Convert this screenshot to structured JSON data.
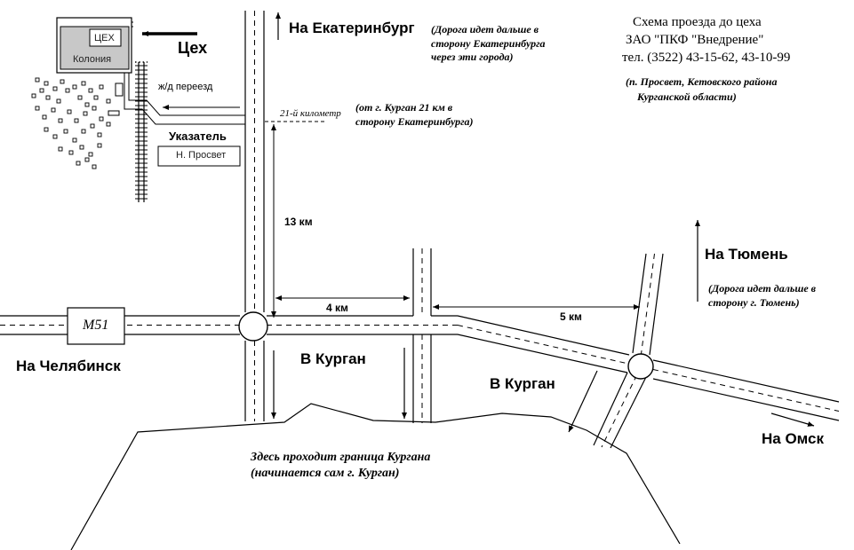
{
  "header": {
    "line1": "Схема проезда до цеха",
    "line2": "ЗАО \"ПКФ \"Внедрение\"",
    "line3": "тел. (3522) 43-15-62, 43-10-99",
    "address_line1": "(п. Просвет, Кетовского района",
    "address_line2": "Курганской области)"
  },
  "labels": {
    "to_ekaterinburg": "На Екатеринбург",
    "ekb_note_line1": "(Дорога идет дальше в",
    "ekb_note_line2": "сторону Екатеринбурга",
    "ekb_note_line3": "через эти города)",
    "shop": "Цех",
    "shop_box": "ЦЕХ",
    "colony": "Колония",
    "rail_crossing": "ж/д переезд",
    "km21": "21-й километр",
    "km21_note_line1": "(от г. Курган 21 км в",
    "km21_note_line2": "сторону Екатеринбурга)",
    "sign": "Указатель",
    "sign_box": "Н. Просвет",
    "dist_13": "13 км",
    "dist_4": "4 км",
    "dist_5": "5 км",
    "m51": "М51",
    "to_chelyabinsk": "На Челябинск",
    "to_kurgan_1": "В Курган",
    "to_kurgan_2": "В Курган",
    "to_tyumen": "На Тюмень",
    "tyumen_note_line1": "(Дорога идет дальше в",
    "tyumen_note_line2": "сторону г. Тюмень)",
    "to_omsk": "На Омск",
    "border_line1": "Здесь проходит граница Кургана",
    "border_line2": "(начинается сам г. Курган)"
  }
}
